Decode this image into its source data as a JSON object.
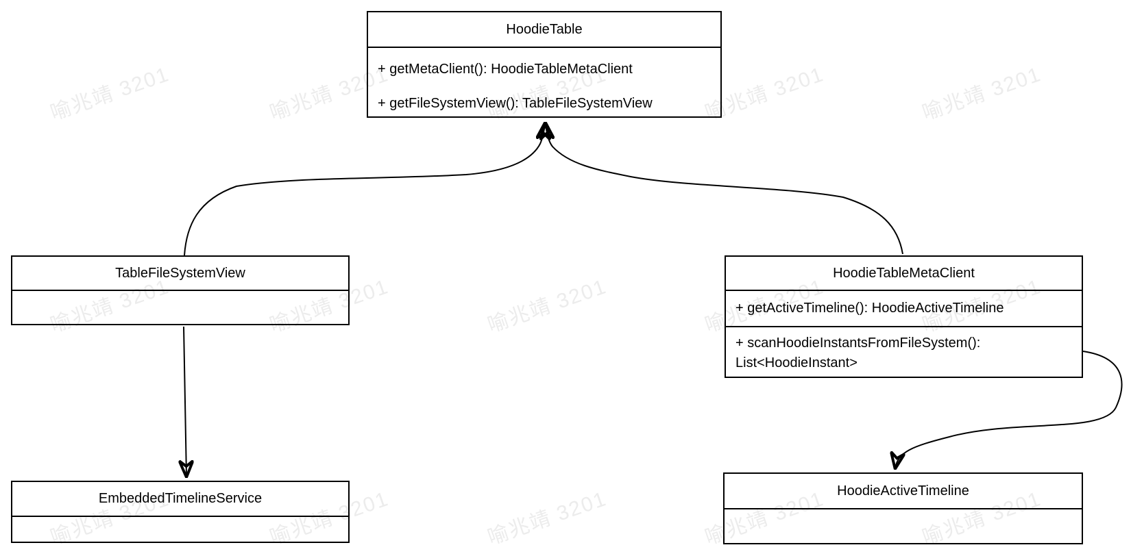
{
  "diagram_type": "uml-class-diagram",
  "colors": {
    "background": "#ffffff",
    "node_fill": "#ffffff",
    "stroke": "#000000",
    "text": "#000000",
    "watermark": "#ececec"
  },
  "hoodieTable": {
    "title": "HoodieTable",
    "method1": "+ getMetaClient(): HoodieTableMetaClient",
    "method2": "+ getFileSystemView(): TableFileSystemView"
  },
  "tableFileSystemView": {
    "title": "TableFileSystemView"
  },
  "hoodieTableMetaClient": {
    "title": "HoodieTableMetaClient",
    "method1": "+ getActiveTimeline(): HoodieActiveTimeline",
    "method2": "+ scanHoodieInstantsFromFileSystem(): List<HoodieInstant>"
  },
  "embeddedTimelineService": {
    "title": "EmbeddedTimelineService"
  },
  "hoodieActiveTimeline": {
    "title": "HoodieActiveTimeline"
  },
  "relations": [
    {
      "from": "TableFileSystemView",
      "to": "HoodieTable",
      "style": "curved-arrow",
      "arrowhead_at": "HoodieTable bottom"
    },
    {
      "from": "HoodieTableMetaClient",
      "to": "HoodieTable",
      "style": "curved-arrow",
      "arrowhead_at": "HoodieTable bottom"
    },
    {
      "from": "TableFileSystemView",
      "to": "EmbeddedTimelineService",
      "style": "straight-arrow",
      "arrowhead_at": "EmbeddedTimelineService top"
    },
    {
      "from": "HoodieTableMetaClient",
      "to": "HoodieActiveTimeline",
      "style": "s-curved-arrow",
      "arrowhead_at": "HoodieActiveTimeline top"
    }
  ],
  "watermark": {
    "text": "喻兆靖 3201"
  }
}
